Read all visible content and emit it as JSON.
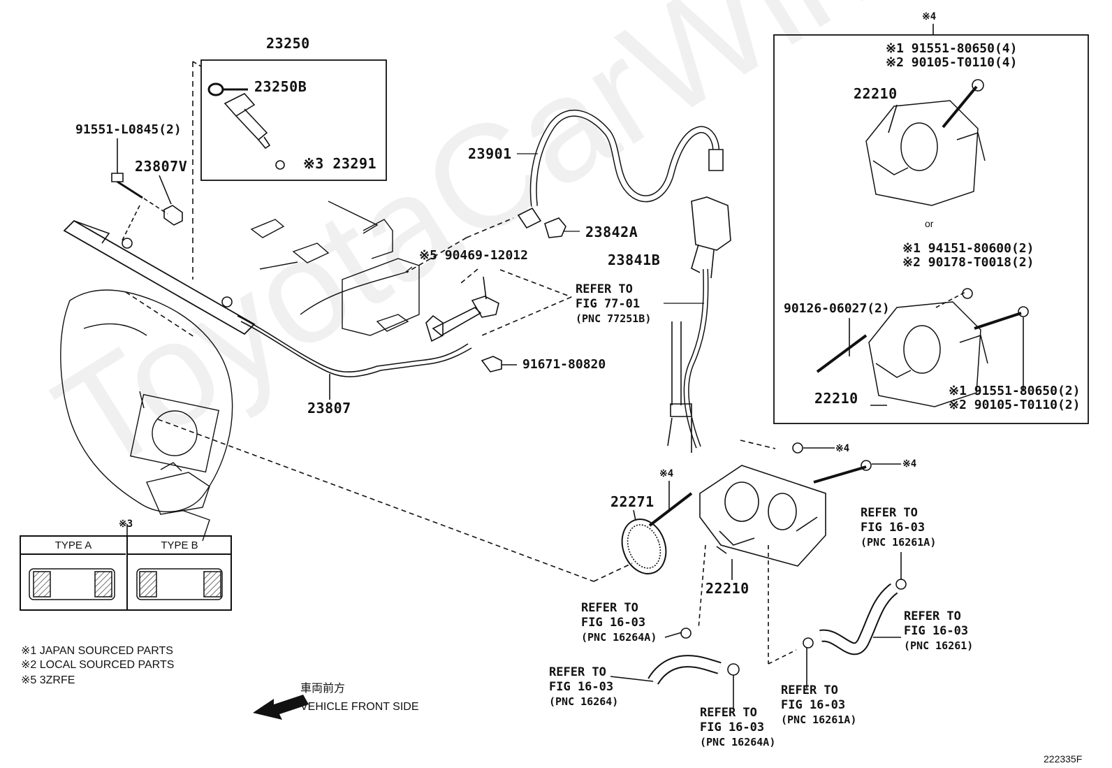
{
  "watermark": "ToyotaCarWinetu",
  "diagram_id": "222335F",
  "parts": {
    "p23250": "23250",
    "p23250B": "23250B",
    "p23291": "※3 23291",
    "p91551_L0845": "91551-L0845(2)",
    "p23807V": "23807V",
    "p23807": "23807",
    "p23901": "23901",
    "p23842A": "23842A",
    "p23841B": "23841B",
    "p90469": "※5 90469-12012",
    "p91671": "91671-80820",
    "p22271": "22271",
    "p22210_main": "22210",
    "mark4_top": "※4",
    "mark4_nut": "※4",
    "mark4_bolt": "※4"
  },
  "inset": {
    "header_mark": "※4",
    "line1": "※1 91551-80650(4)",
    "line2": "※2 90105-T0110(4)",
    "p22210_a": "22210",
    "or_text": "or",
    "line3": "※1 94151-80600(2)",
    "line4": "※2 90178-T0018(2)",
    "p90126": "90126-06027(2)",
    "p22210_b": "22210",
    "line5": "※1 91551-80650(2)",
    "line6": "※2 90105-T0110(2)"
  },
  "refs": {
    "fig77": {
      "a": "REFER TO",
      "b": "FIG 77-01",
      "c": "(PNC 77251B)"
    },
    "fig1603_16261A_top": {
      "a": "REFER TO",
      "b": "FIG 16-03",
      "c": "(PNC 16261A)"
    },
    "fig1603_16261": {
      "a": "REFER TO",
      "b": "FIG 16-03",
      "c": "(PNC 16261)"
    },
    "fig1603_16264A_left": {
      "a": "REFER TO",
      "b": "FIG 16-03",
      "c": "(PNC 16264A)"
    },
    "fig1603_16264": {
      "a": "REFER TO",
      "b": "FIG 16-03",
      "c": "(PNC 16264)"
    },
    "fig1603_16264A_bottom": {
      "a": "REFER TO",
      "b": "FIG 16-03",
      "c": "(PNC 16264A)"
    },
    "fig1603_16261A_bottom": {
      "a": "REFER TO",
      "b": "FIG 16-03",
      "c": "(PNC 16261A)"
    }
  },
  "type_table": {
    "mark": "※3",
    "type_a": "TYPE A",
    "type_b": "TYPE B"
  },
  "legend": {
    "n1": "※1 JAPAN SOURCED PARTS",
    "n2": "※2 LOCAL SOURCED PARTS",
    "n5": "※5 3ZRFE"
  },
  "direction": {
    "jp": "車両前方",
    "en": "VEHICLE FRONT SIDE"
  }
}
